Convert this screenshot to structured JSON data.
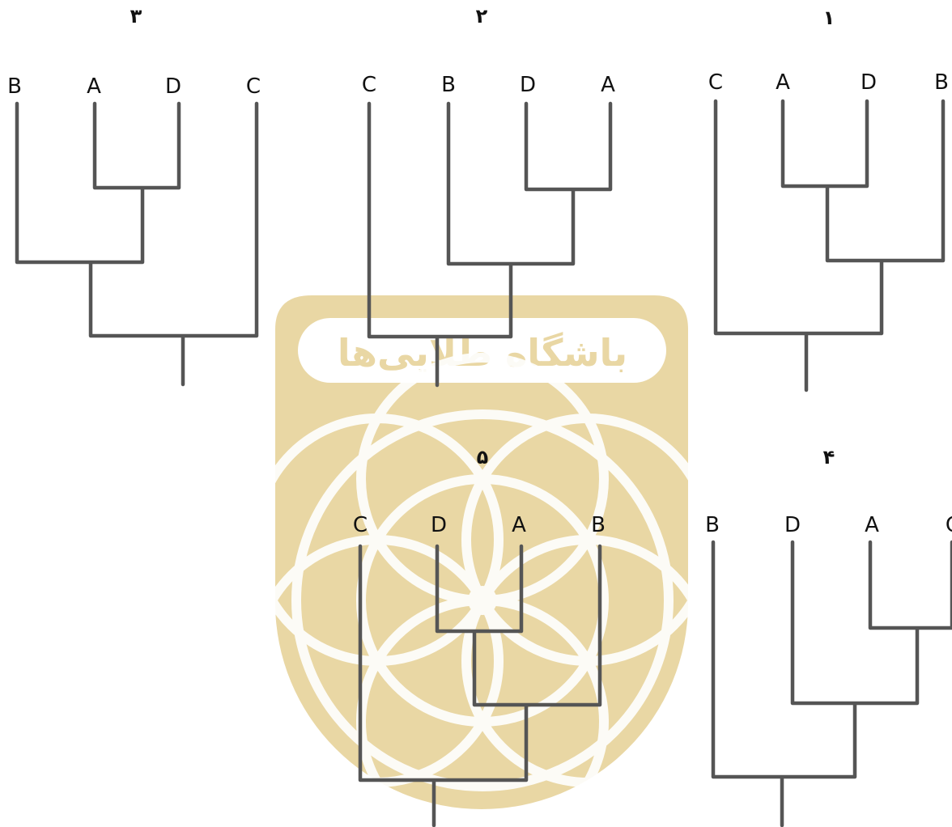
{
  "colors": {
    "line": "#555555",
    "text": "#111111",
    "watermark": "#E9D7A4",
    "watermark_inner": "#FFFFFF"
  },
  "watermark": {
    "text": "باشگاه طلایی‌ها"
  },
  "trees": [
    {
      "id": "tree-1",
      "number": "۱",
      "leaves": [
        "C",
        "A",
        "D",
        "B"
      ]
    },
    {
      "id": "tree-2",
      "number": "۲",
      "leaves": [
        "C",
        "B",
        "D",
        "A"
      ]
    },
    {
      "id": "tree-3",
      "number": "۳",
      "leaves": [
        "B",
        "A",
        "D",
        "C"
      ]
    },
    {
      "id": "tree-4",
      "number": "۴",
      "leaves": [
        "B",
        "D",
        "A",
        "C"
      ]
    },
    {
      "id": "tree-5",
      "number": "۵",
      "leaves": [
        "C",
        "D",
        "A",
        "B"
      ]
    }
  ]
}
